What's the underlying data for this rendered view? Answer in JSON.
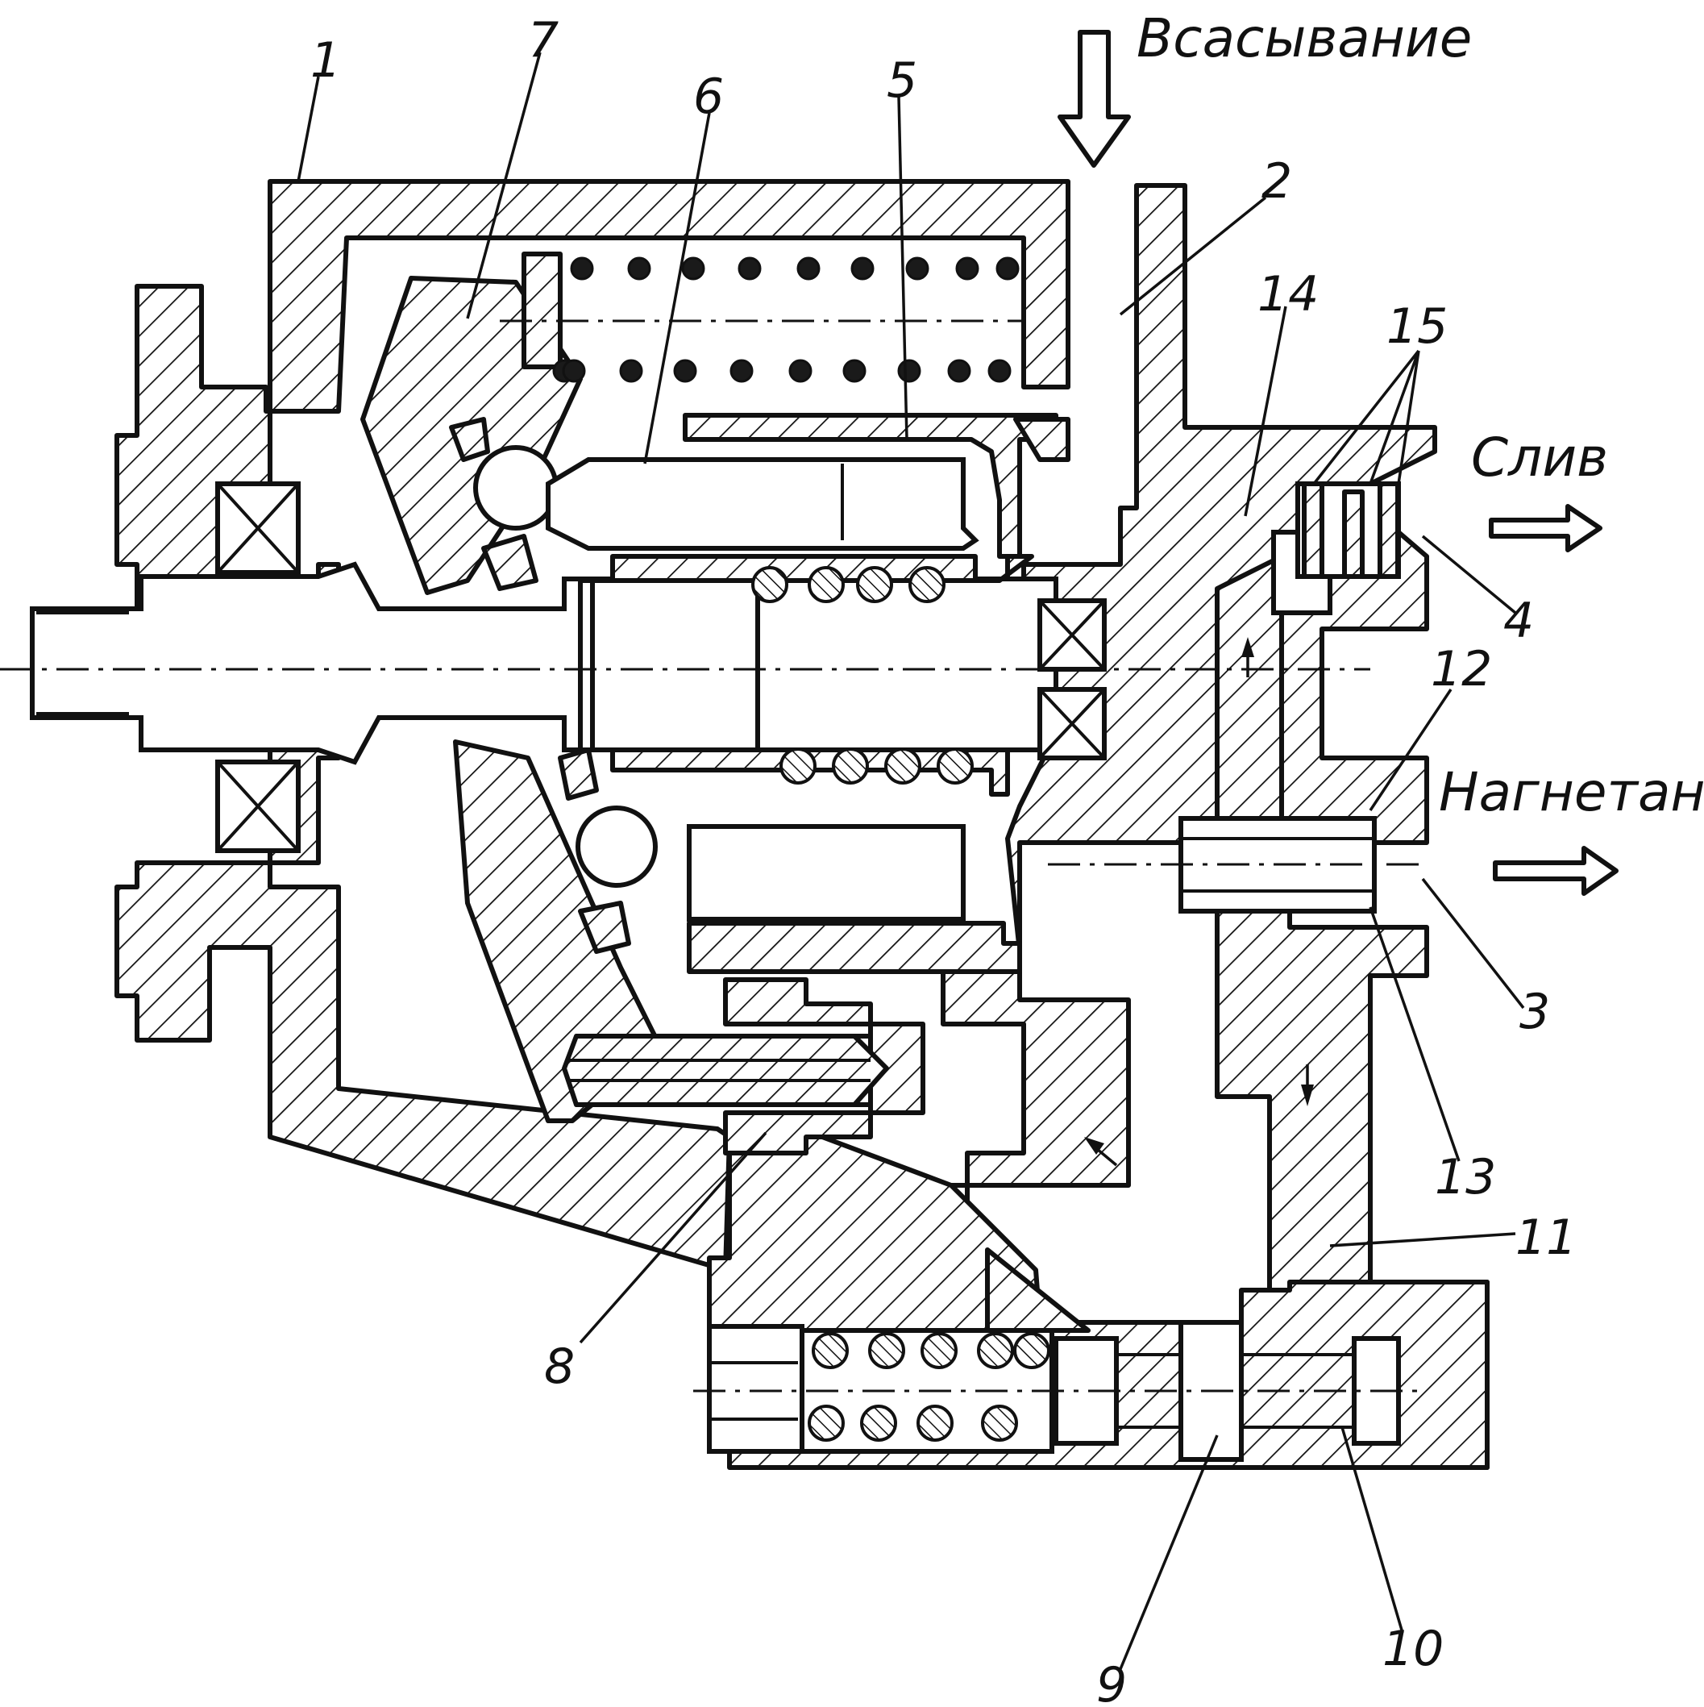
{
  "labels": {
    "flows": {
      "suction": "Всасывание",
      "drain": "Слив",
      "discharge": "Нагнетание"
    },
    "parts": {
      "p1": "1",
      "p2": "2",
      "p3": "3",
      "p4": "4",
      "p5": "5",
      "p6": "6",
      "p7": "7",
      "p8": "8",
      "p9": "9",
      "p10": "10",
      "p11": "11",
      "p12": "12",
      "p13": "13",
      "p14": "14",
      "p15": "15"
    }
  }
}
